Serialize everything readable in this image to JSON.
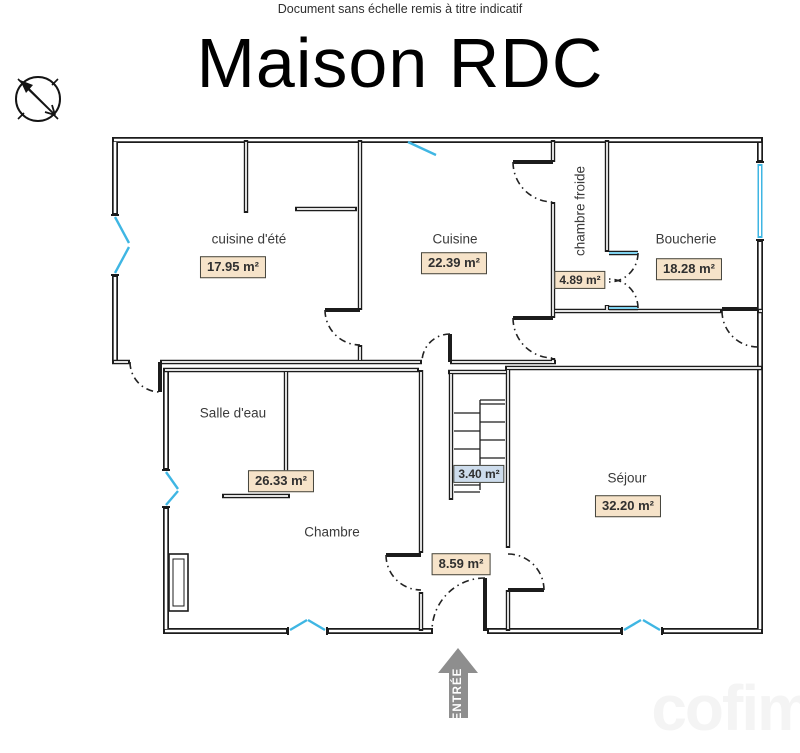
{
  "page": {
    "disclaimer": "Document sans échelle remis à titre indicatif",
    "title": "Maison RDC",
    "entrance_label": "ENTRÉE",
    "watermark": "cofim"
  },
  "rooms": {
    "cuisine_ete": {
      "label": "cuisine d'été",
      "area": "17.95 m²"
    },
    "cuisine": {
      "label": "Cuisine",
      "area": "22.39 m²"
    },
    "chambre_froide": {
      "label": "chambre froide",
      "area": "4.89 m²"
    },
    "boucherie": {
      "label": "Boucherie",
      "area": "18.28 m²"
    },
    "salle_eau": {
      "label": "Salle d'eau"
    },
    "chambre": {
      "label": "Chambre"
    },
    "salle_eau_chambre": {
      "area": "26.33 m²"
    },
    "sejour": {
      "label": "Séjour",
      "area": "32.20 m²"
    },
    "stairs": {
      "area": "3.40 m²"
    },
    "hall": {
      "area": "8.59 m²"
    }
  },
  "colors": {
    "window_accent": "#3fb6e3",
    "area_badge_bg": "#f6e3c9",
    "stairs_badge_bg": "#cddcec",
    "entrance_arrow": "#8e8e8e",
    "wall": "#1c1c1c"
  }
}
